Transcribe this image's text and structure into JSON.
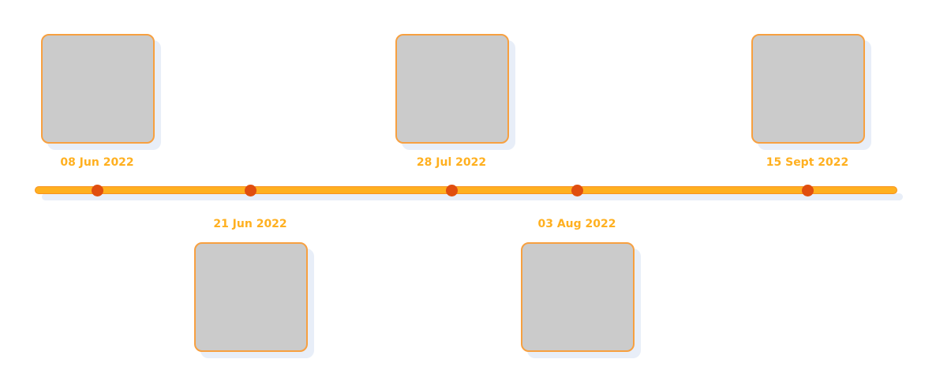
{
  "colors": {
    "line": "#FFB020",
    "line_border": "#F7931E",
    "dot": "#E04E0F",
    "label": "#FFB020",
    "card_fill": "#CBCBCB",
    "card_border": "#F7A040",
    "shadow": "#E8EEF8"
  },
  "milestones": [
    {
      "date": "08 Jun 2022",
      "side": "top"
    },
    {
      "date": "21 Jun 2022",
      "side": "bottom"
    },
    {
      "date": "28 Jul 2022",
      "side": "top"
    },
    {
      "date": "03 Aug 2022",
      "side": "bottom"
    },
    {
      "date": "15 Sept 2022",
      "side": "top"
    }
  ]
}
